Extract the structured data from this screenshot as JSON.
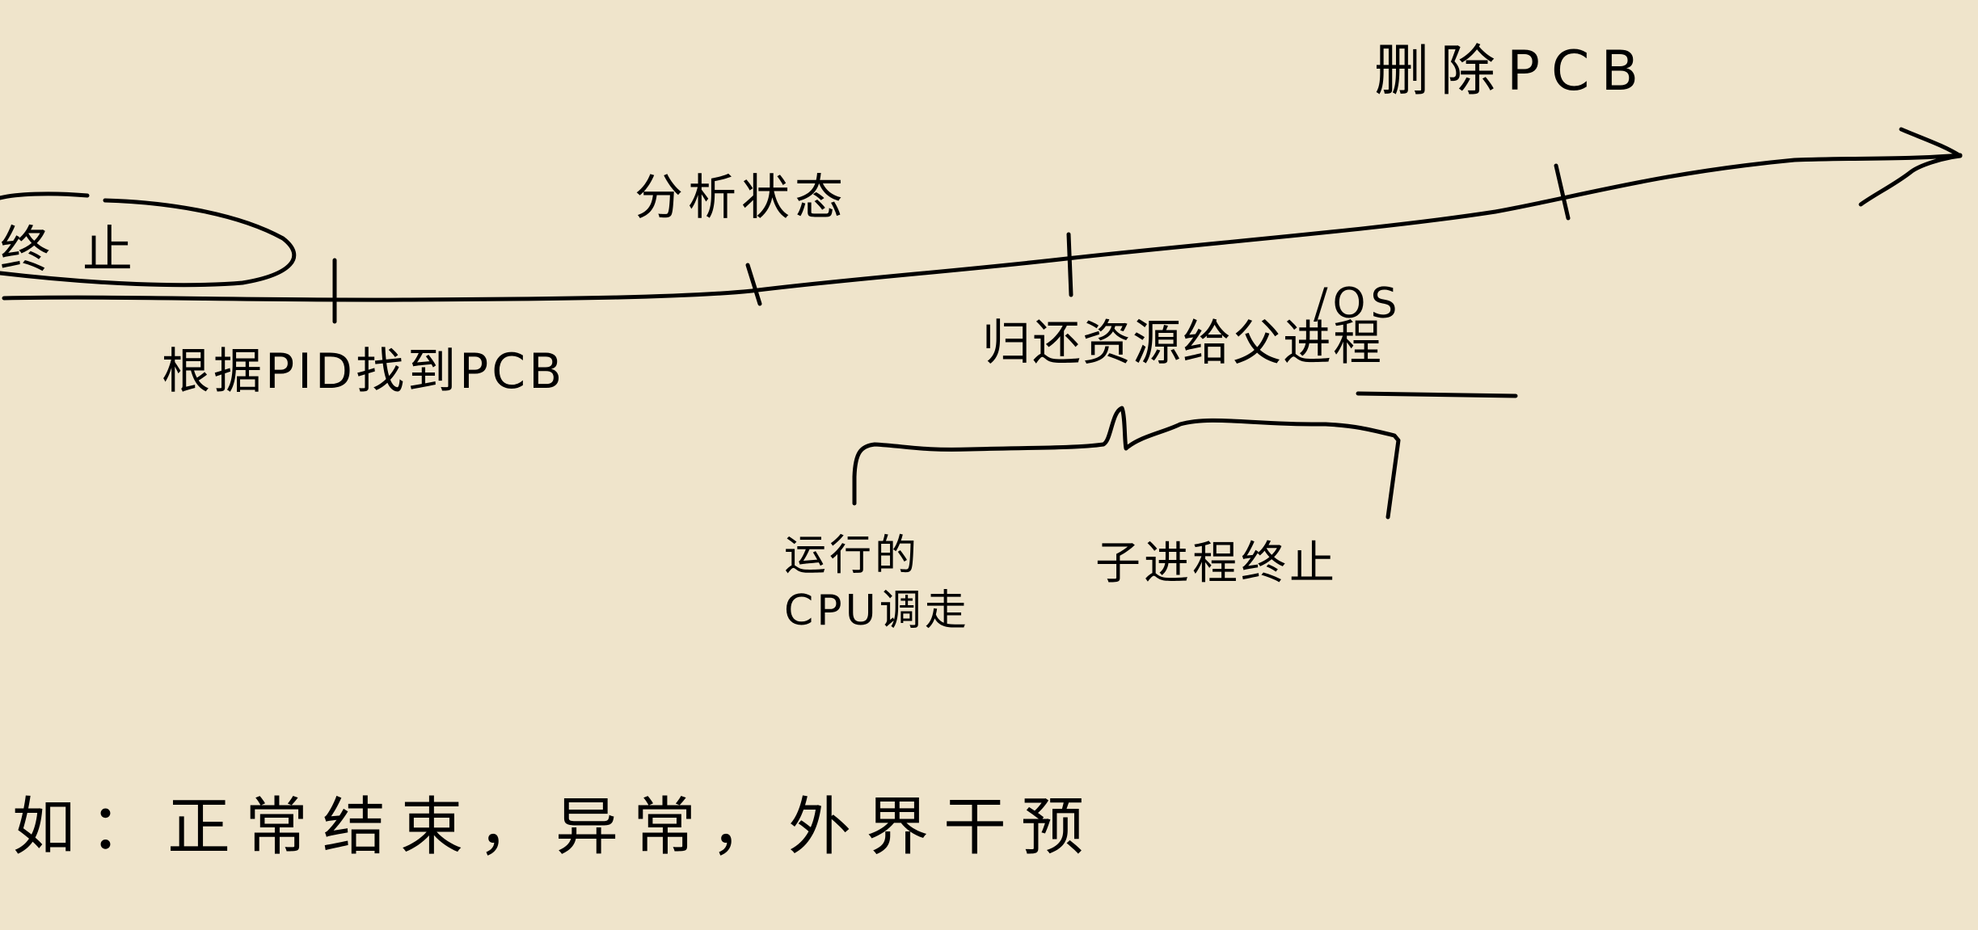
{
  "diagram": {
    "title": "进程终止流程",
    "background_color": "#efe4cb",
    "ink_color": "#000000",
    "start_node": {
      "label": "终止",
      "shape": "ellipse"
    },
    "timeline": {
      "direction": "left-to-right",
      "arrow": "arrow-right",
      "steps": [
        {
          "id": "step1",
          "label": "根据PID找到PCB",
          "position": "below"
        },
        {
          "id": "step2",
          "label": "分析状态",
          "position": "above"
        },
        {
          "id": "step3",
          "label": "归还资源给父进程/OS",
          "position": "below",
          "io_label": "/OS",
          "main_label": "归还资源给父进程",
          "sub_items": [
            {
              "label": "运行的\nCPU调走"
            },
            {
              "label": "子进程终止"
            }
          ]
        },
        {
          "id": "step4",
          "label": "删除PCB",
          "position": "above"
        }
      ]
    },
    "examples_note": "如：正常结束，异常，外界干预"
  }
}
